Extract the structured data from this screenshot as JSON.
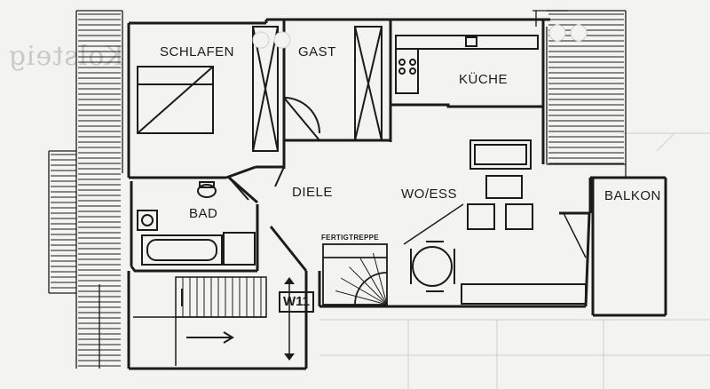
{
  "rooms": {
    "schlafen": "SCHLAFEN",
    "gast": "GAST",
    "kueche": "KÜCHE",
    "diele": "DIELE",
    "bad": "BAD",
    "wohness": "WO/ESS",
    "balkon": "BALKON"
  },
  "stairs": {
    "label": "FERTIGTREPPE",
    "tag": "W11"
  },
  "background_text": "Kolsteig",
  "colors": {
    "line": "#1b1b1b",
    "paper": "#f3f3f1",
    "ghost": "#c9c9c6"
  }
}
